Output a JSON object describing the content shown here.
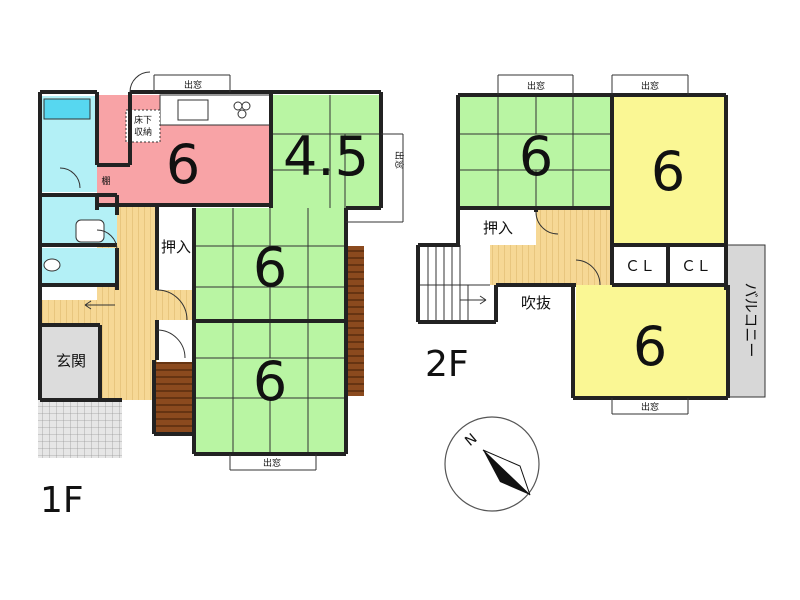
{
  "floors": {
    "first": "1F",
    "second": "2F"
  },
  "window_label": "出窓",
  "rooms_1f": {
    "kitchen": "6",
    "underfloor_storage": [
      "床下",
      "収納"
    ],
    "tatami_45": "4.5",
    "tatami_mid": "6",
    "tatami_south": "6",
    "closet": "押入",
    "shelf": "棚",
    "entrance": "玄関"
  },
  "rooms_2f": {
    "tatami_nw": "6",
    "room_ne": "6",
    "room_se": "6",
    "closet": "押入",
    "cl_1": "ＣＬ",
    "cl_2": "ＣＬ",
    "void": "吹抜",
    "balcony": "バルコニー"
  },
  "compass": {
    "north": "N"
  },
  "colors": {
    "tatami": "#b9f5a3",
    "kitchen": "#f8a3a6",
    "wet": "#b3f0f6",
    "yellow_room": "#faf794",
    "wood": "#f6d895",
    "balcony": "#d7d7d7",
    "stair_wood": "#8b4a1e"
  }
}
